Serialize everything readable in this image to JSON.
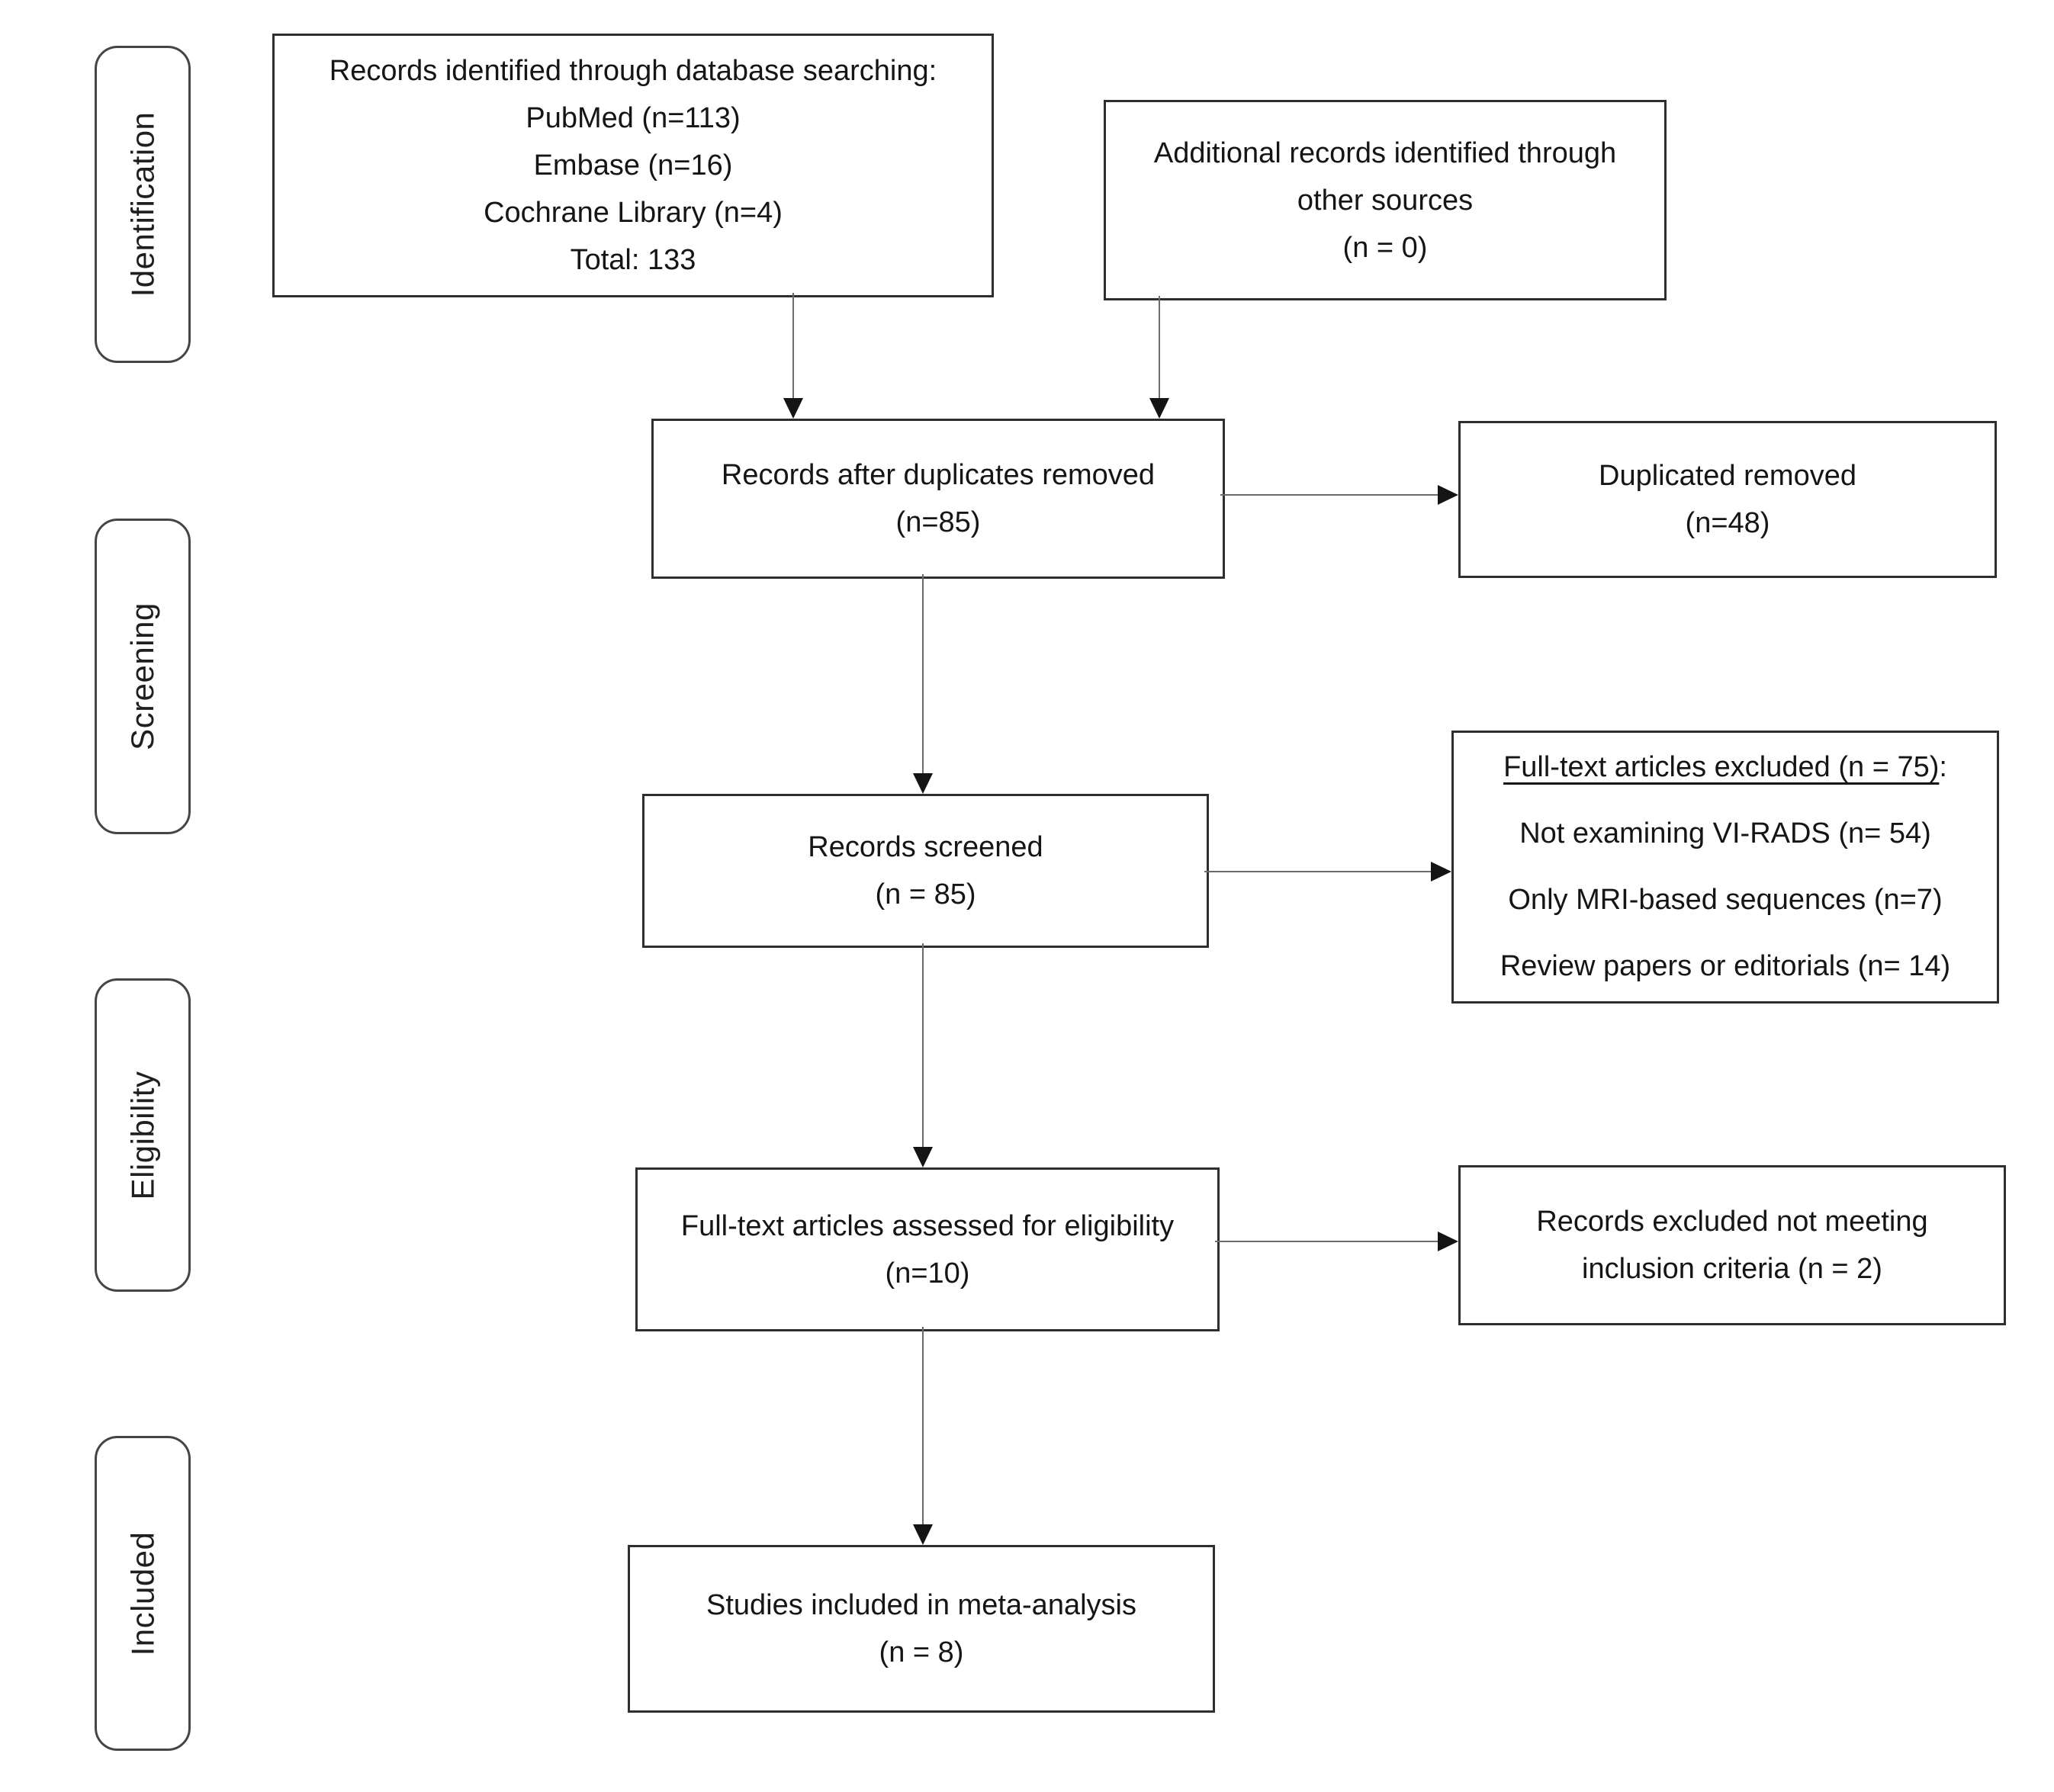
{
  "stages": [
    "Identification",
    "Screening",
    "Eligibility",
    "Included"
  ],
  "boxes": {
    "identified": {
      "lines": [
        "Records identified through database searching:",
        "PubMed (n=113)",
        "Embase (n=16)",
        "Cochrane Library (n=4)",
        "Total: 133"
      ]
    },
    "additional": {
      "lines": [
        "Additional records identified through",
        "other sources",
        "(n = 0)"
      ]
    },
    "after_duplicates": {
      "lines": [
        "Records after duplicates removed",
        "(n=85)"
      ]
    },
    "duplicates_removed": {
      "lines": [
        "Duplicated removed",
        "(n=48)"
      ]
    },
    "screened": {
      "lines": [
        "Records screened",
        "(n = 85)"
      ]
    },
    "fulltext_excluded": {
      "heading": "Full-text articles excluded (n = 75)",
      "heading_suffix": ":",
      "reasons": [
        "Not examining VI-RADS (n= 54)",
        "Only MRI-based sequences (n=7)",
        "Review papers or editorials (n= 14)"
      ]
    },
    "assessed": {
      "lines": [
        "Full-text articles assessed for eligibility",
        "(n=10)"
      ]
    },
    "records_excluded": {
      "lines": [
        "Records excluded not meeting",
        "inclusion criteria (n = 2)"
      ]
    },
    "included": {
      "lines": [
        "Studies included in meta-analysis",
        "(n = 8)"
      ]
    }
  },
  "colors": {
    "background": "#ffffff",
    "ink": "#1a1a1a",
    "box_border": "#2e2e2e",
    "stage_border": "#454545",
    "connector_line": "#6a6a6a",
    "arrowhead": "#141414"
  }
}
